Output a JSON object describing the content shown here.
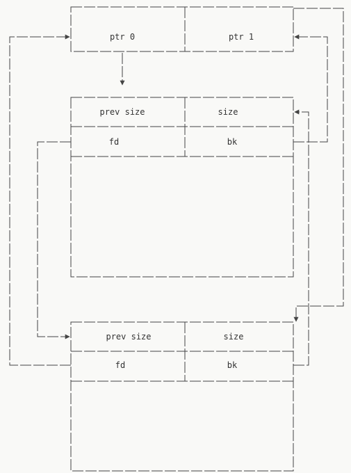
{
  "top_block": {
    "left_label": "ptr 0",
    "right_label": "ptr 1"
  },
  "chunk_1": {
    "prev_size": "prev size",
    "size": "size",
    "fd": "fd",
    "bk": "bk"
  },
  "chunk_2": {
    "prev_size": "prev size",
    "size": "size",
    "fd": "fd",
    "bk": "bk"
  },
  "colors": {
    "line": "#444444",
    "background": "#f9f9f7"
  }
}
